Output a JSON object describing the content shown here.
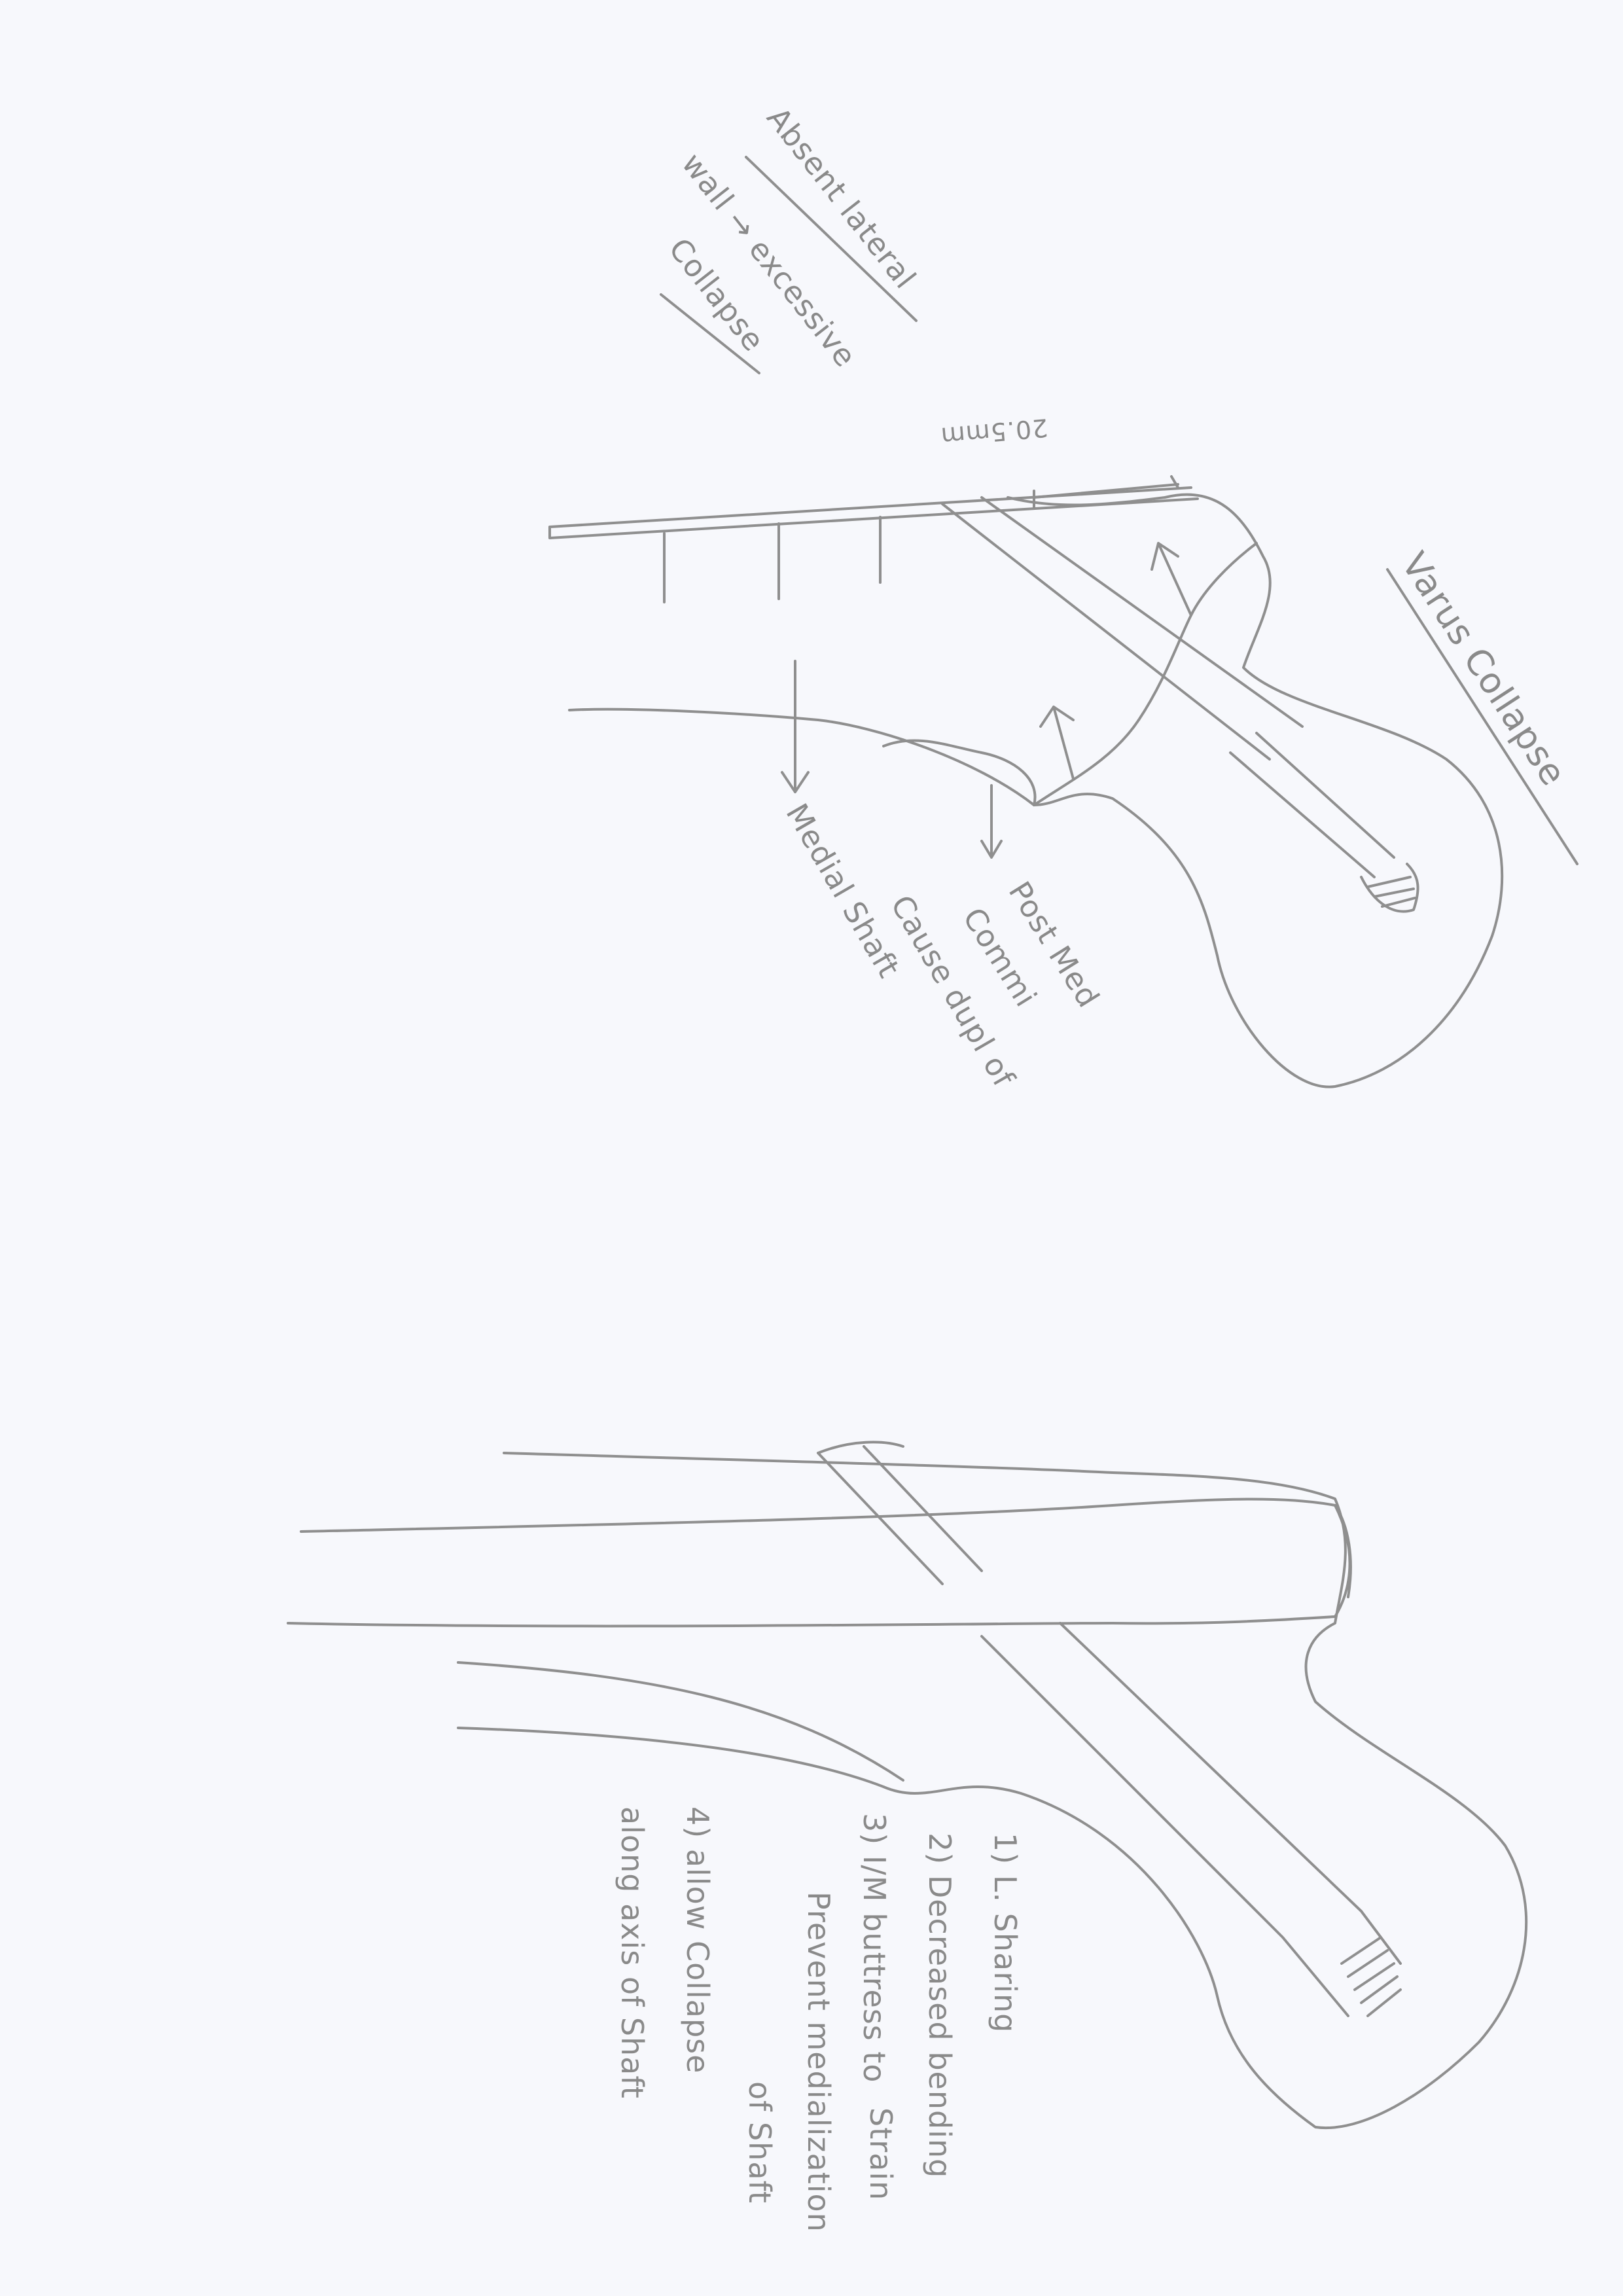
{
  "colors": {
    "paper": "#f7f8fc",
    "pencil": "#8f8f8f"
  },
  "sketch_top": {
    "label_lateral_wall": [
      "Absent lateral",
      "wall → excessive",
      "Collapse"
    ],
    "measurement": "20.5mm",
    "label_varus": "Varus Collapse",
    "label_post_med": [
      "Post Med",
      "Commi"
    ],
    "label_cause": [
      "Cause dupl of",
      "Medial Shaft"
    ]
  },
  "sketch_bottom": {
    "notes": [
      "1) L. Sharing",
      "2) Decreased bending",
      "Strain",
      "3) I/M buttress to",
      "Prevent medialization",
      "of Shaft",
      "4) allow Collapse",
      "along axis of Shaft"
    ]
  }
}
